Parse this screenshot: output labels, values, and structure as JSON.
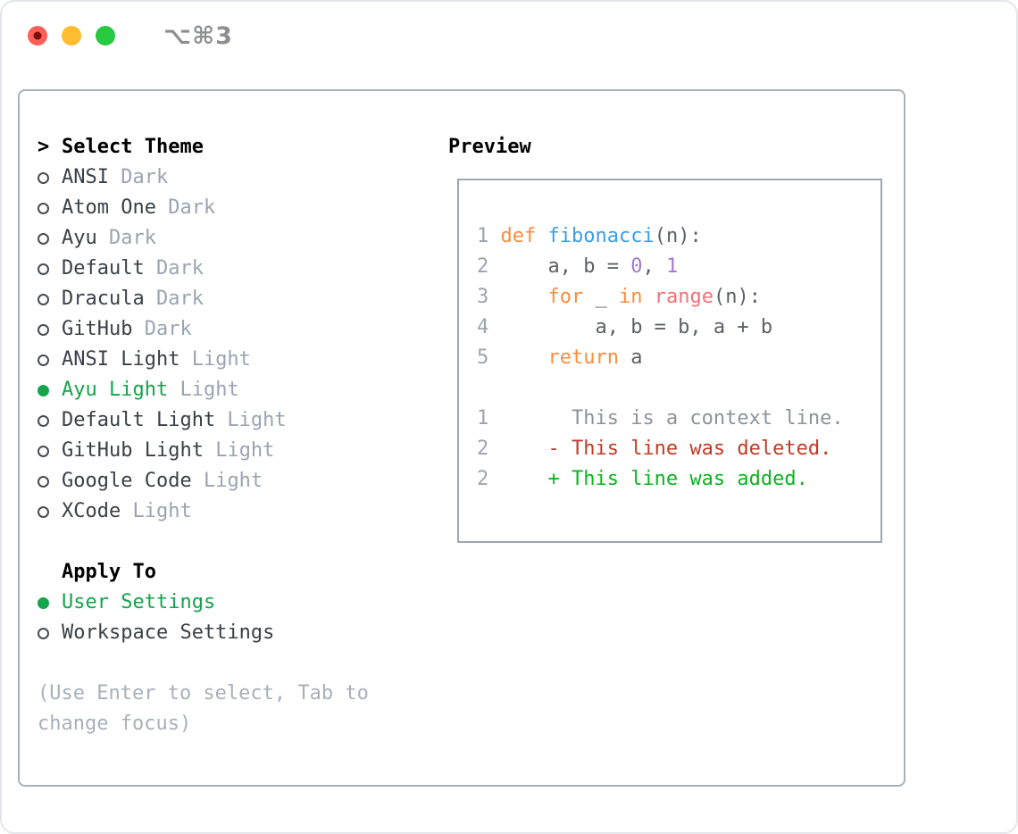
{
  "window": {
    "title": "⌥⌘3",
    "traffic_lights": {
      "close": "close-button",
      "minimize": "minimize-button",
      "zoom": "zoom-button"
    }
  },
  "theme_list": {
    "prompt": ">",
    "header": "Select Theme",
    "items": [
      {
        "name": "ANSI",
        "variant": "Dark",
        "selected": false
      },
      {
        "name": "Atom One",
        "variant": "Dark",
        "selected": false
      },
      {
        "name": "Ayu",
        "variant": "Dark",
        "selected": false
      },
      {
        "name": "Default",
        "variant": "Dark",
        "selected": false
      },
      {
        "name": "Dracula",
        "variant": "Dark",
        "selected": false
      },
      {
        "name": "GitHub",
        "variant": "Dark",
        "selected": false
      },
      {
        "name": "ANSI Light",
        "variant": "Light",
        "selected": false
      },
      {
        "name": "Ayu Light",
        "variant": "Light",
        "selected": true
      },
      {
        "name": "Default Light",
        "variant": "Light",
        "selected": false
      },
      {
        "name": "GitHub Light",
        "variant": "Light",
        "selected": false
      },
      {
        "name": "Google Code",
        "variant": "Light",
        "selected": false
      },
      {
        "name": "XCode",
        "variant": "Light",
        "selected": false
      }
    ]
  },
  "apply_to": {
    "header": "Apply To",
    "options": [
      {
        "label": "User Settings",
        "selected": true
      },
      {
        "label": "Workspace Settings",
        "selected": false
      }
    ]
  },
  "help": {
    "line1": "(Use Enter to select, Tab to",
    "line2": "change focus)"
  },
  "preview": {
    "header": "Preview",
    "lines": [
      {
        "kind": "code",
        "num": "1",
        "segments": [
          {
            "text": "def",
            "color": "keyword"
          },
          {
            "text": " ",
            "color": "text"
          },
          {
            "text": "fibonacci",
            "color": "function"
          },
          {
            "text": "(n):",
            "color": "text"
          }
        ]
      },
      {
        "kind": "code",
        "num": "2",
        "segments": [
          {
            "text": "    a, b = ",
            "color": "text"
          },
          {
            "text": "0",
            "color": "number"
          },
          {
            "text": ", ",
            "color": "text"
          },
          {
            "text": "1",
            "color": "number"
          }
        ]
      },
      {
        "kind": "code",
        "num": "3",
        "segments": [
          {
            "text": "    ",
            "color": "text"
          },
          {
            "text": "for",
            "color": "keyword"
          },
          {
            "text": " _ ",
            "color": "text"
          },
          {
            "text": "in",
            "color": "keyword"
          },
          {
            "text": " ",
            "color": "text"
          },
          {
            "text": "range",
            "color": "builtin"
          },
          {
            "text": "(n):",
            "color": "text"
          }
        ]
      },
      {
        "kind": "code",
        "num": "4",
        "segments": [
          {
            "text": "        a, b = b, a + b",
            "color": "text"
          }
        ]
      },
      {
        "kind": "code",
        "num": "5",
        "segments": [
          {
            "text": "    ",
            "color": "text"
          },
          {
            "text": "return",
            "color": "keyword"
          },
          {
            "text": " a",
            "color": "text"
          }
        ]
      },
      {
        "kind": "blank",
        "num": "",
        "segments": []
      },
      {
        "kind": "diff-context",
        "num": "1",
        "segments": [
          {
            "text": "      This is a context line.",
            "color": "context"
          }
        ]
      },
      {
        "kind": "diff-deleted",
        "num": "2",
        "segments": [
          {
            "text": "    - This line was deleted.",
            "color": "deleted"
          }
        ]
      },
      {
        "kind": "diff-added",
        "num": "2",
        "segments": [
          {
            "text": "    + This line was added.",
            "color": "added"
          }
        ]
      }
    ]
  },
  "colors": {
    "keyword": "#FA8D3E",
    "function": "#399EE6",
    "builtin": "#F07178",
    "number": "#A37ACC",
    "text": "#5C6166",
    "line_number": "#9CA4AF",
    "context": "#8C939B",
    "deleted": "#C23A26",
    "added": "#0AB51F",
    "accent_green": "#14A44B",
    "item_text": "#3A4047",
    "variant_gray": "#9AA4B1",
    "help_gray": "#A8B0BB",
    "panel_border": "#A9B1BB",
    "box_border": "#9EA6B0",
    "radio_outline": "#454C54",
    "title_gray": "#8C8E92",
    "traffic_red": "#FF5F57",
    "traffic_red_dot": "#7E0D05",
    "traffic_yellow": "#FEBC2E",
    "traffic_green": "#28C840"
  }
}
